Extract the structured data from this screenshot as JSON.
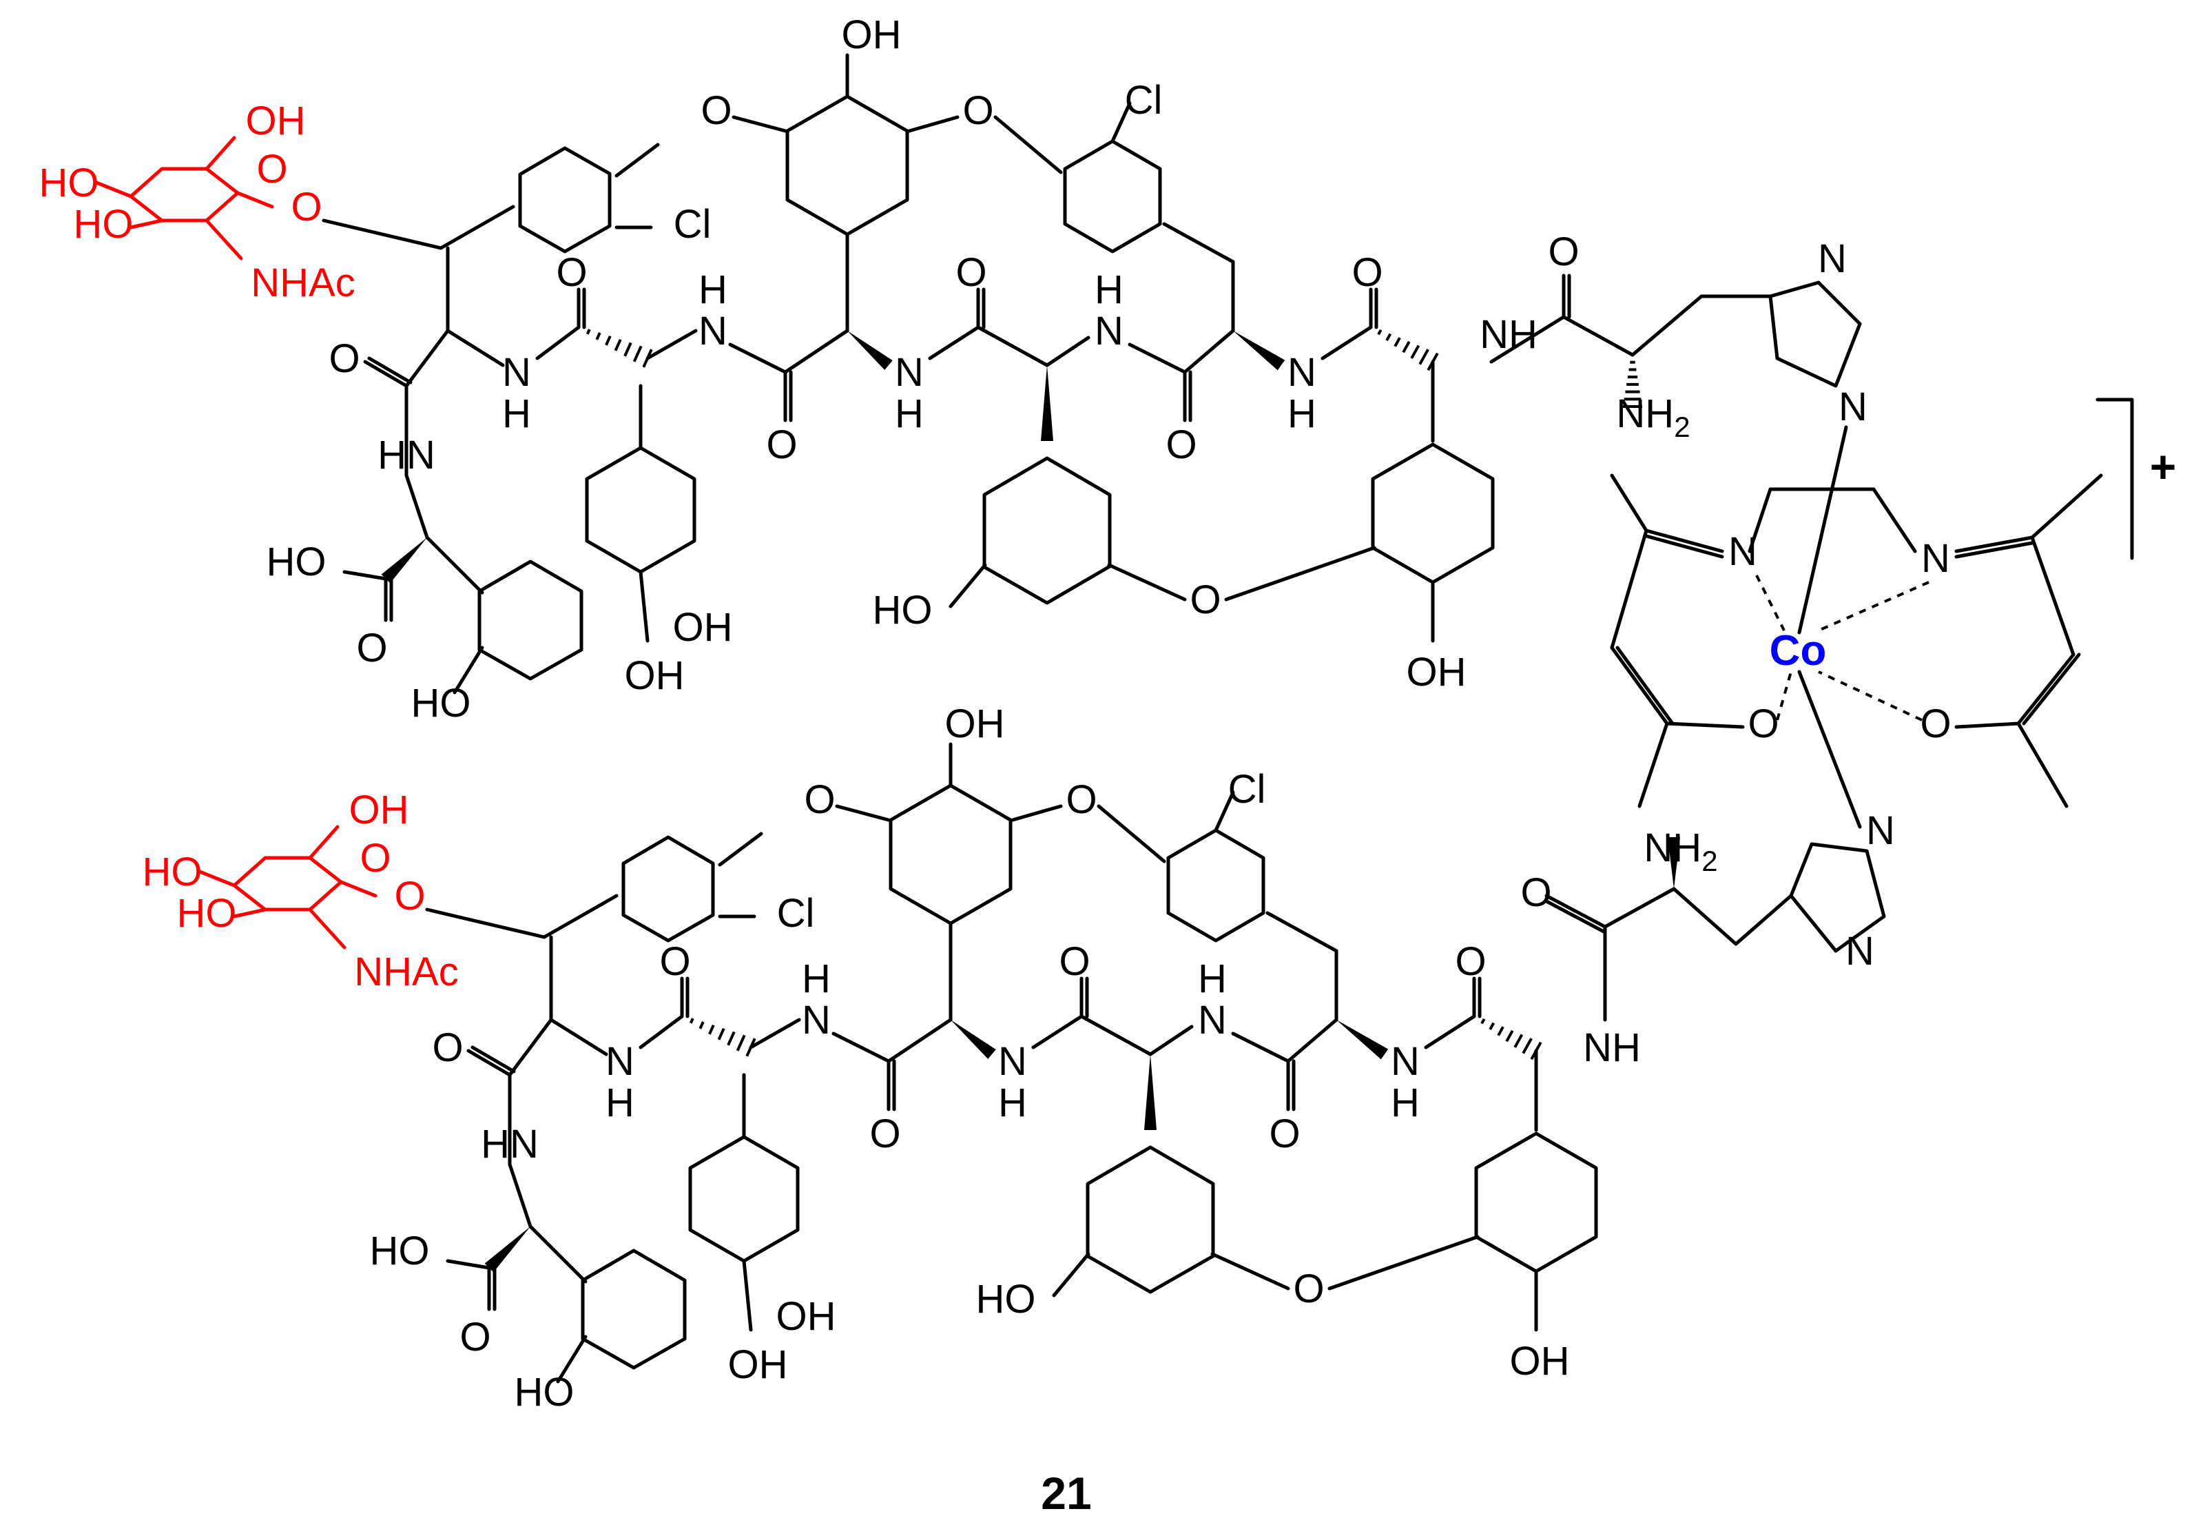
{
  "compound_number": "21",
  "charge": "+",
  "metal": {
    "symbol": "Co",
    "color": "#0000ff"
  },
  "sugar_color": "#ff0000",
  "labels": {
    "oh": "OH",
    "ho": "HO",
    "cl": "Cl",
    "o": "O",
    "n": "N",
    "nh": "NH",
    "hn": "HN",
    "h": "H",
    "nhac": "NHAc",
    "nh2": "NH2",
    "nh2_sub": "2"
  }
}
